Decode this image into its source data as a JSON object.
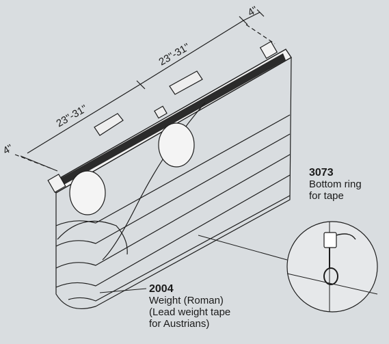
{
  "dimensions": {
    "left_end": "4\"",
    "left_span": "23\"-31\"",
    "right_span": "23\"-31\"",
    "right_end": "4\""
  },
  "parts": [
    {
      "code": "3073",
      "lines": [
        "Bottom ring",
        "for tape"
      ]
    },
    {
      "code": "2004",
      "lines": [
        "Weight (Roman)",
        "(Lead weight tape",
        "for Austrians)"
      ]
    }
  ],
  "colors": {
    "background": "#d9dde0",
    "line": "#1c1c1c",
    "pole_dark": "#2b2b2b"
  }
}
